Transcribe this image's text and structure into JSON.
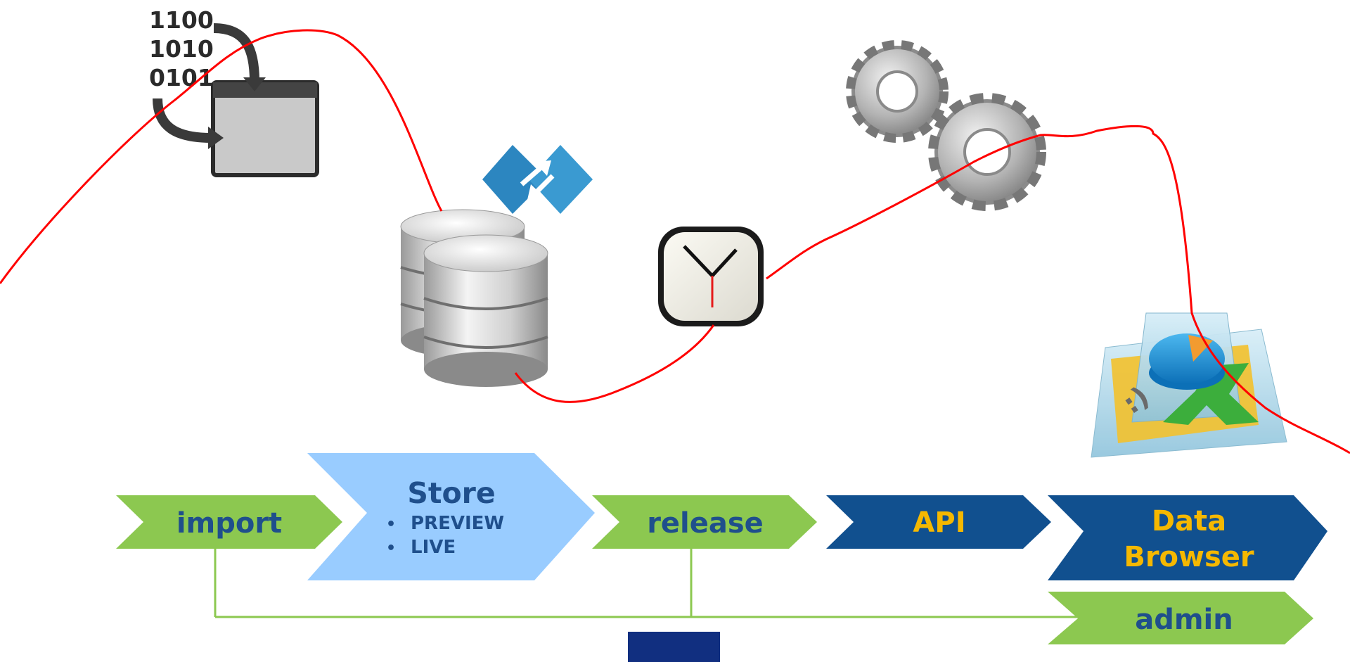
{
  "binary_lines": [
    "1100",
    "1010",
    "0101"
  ],
  "steps": {
    "import": "import",
    "store": {
      "title": "Store",
      "items": [
        "PREVIEW",
        "LIVE"
      ],
      "bullet": "•"
    },
    "release": "release",
    "api": "API",
    "data_browser": [
      "Data",
      "Browser"
    ],
    "admin": "admin"
  },
  "icons": [
    "binary-file-icon",
    "database-icon",
    "sync-arrows-icon",
    "clock-icon",
    "gears-icon",
    "dashboard-stack-icon"
  ],
  "colors": {
    "curve": "#ff0000",
    "green_step": "#8cc850",
    "green_text": "#1f4f8c",
    "light_blue_step": "#99ccff",
    "dark_blue_step": "#11508f",
    "yellow_text": "#f5b800",
    "connector": "#8cc850",
    "footer_block": "#112f80"
  }
}
